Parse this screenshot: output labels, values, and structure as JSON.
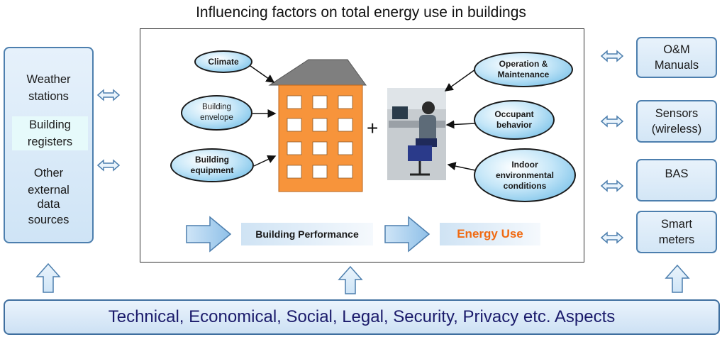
{
  "title": "Influencing factors on total energy use in buildings",
  "left_sources": {
    "weather_line1": "Weather",
    "weather_line2": "stations",
    "registers_line1": "Building",
    "registers_line2": "registers",
    "other_line1": "Other",
    "other_line2": "external",
    "other_line3": "data",
    "other_line4": "sources"
  },
  "right_sources": {
    "om_line1": "O&M",
    "om_line2": "Manuals",
    "sensors_line1": "Sensors",
    "sensors_line2": "(wireless)",
    "bas": "BAS",
    "smart_line1": "Smart",
    "smart_line2": "meters"
  },
  "factors": {
    "climate": "Climate",
    "envelope_line1": "Building",
    "envelope_line2": "envelope",
    "equipment_line1": "Building",
    "equipment_line2": "equipment",
    "om_line1": "Operation &",
    "om_line2": "Maintenance",
    "occupant_line1": "Occupant",
    "occupant_line2": "behavior",
    "indoor_line1": "Indoor",
    "indoor_line2": "environmental",
    "indoor_line3": "conditions"
  },
  "plus_sign": "+",
  "flow": {
    "building_performance": "Building Performance",
    "energy_use": "Energy Use"
  },
  "aspects": "Technical, Economical, Social, Legal, Security, Privacy etc. Aspects",
  "colors": {
    "panel_border": "#4d7fae",
    "building_orange": "#f7943b",
    "roof_gray": "#7f7f7f",
    "energy_use_text": "#f06a12",
    "aspects_text": "#1b1b6b"
  }
}
